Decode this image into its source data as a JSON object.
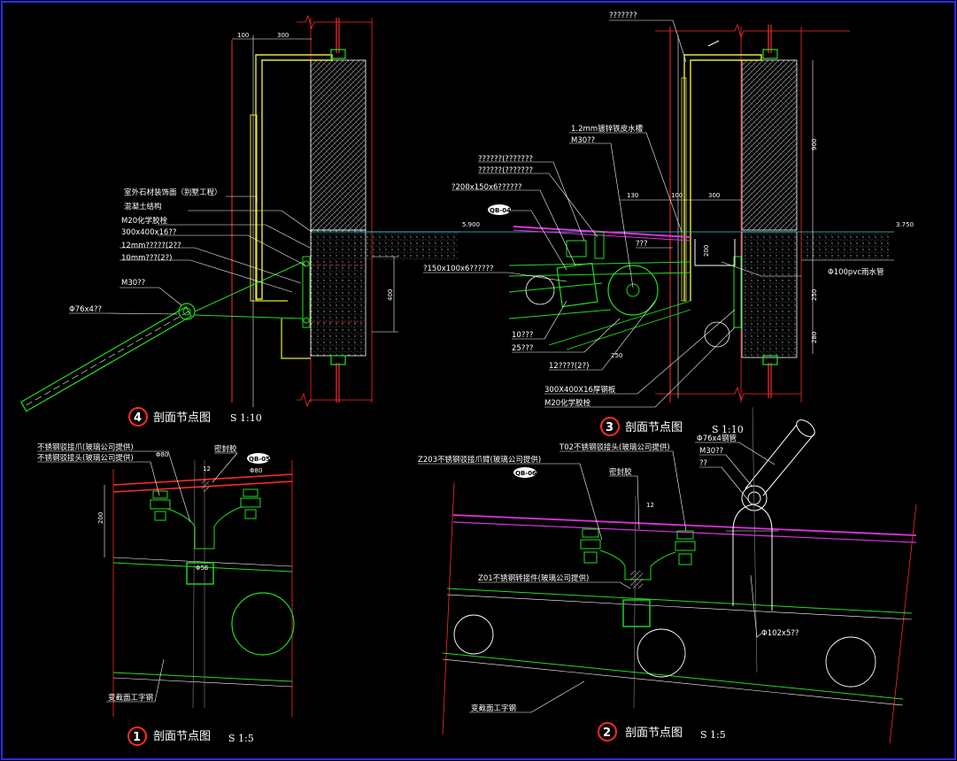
{
  "colors": {
    "background": "#000000",
    "frame": "#2b2bff",
    "line_white": "#ffffff",
    "line_red": "#ff2a2a",
    "line_green": "#22dd22",
    "line_yellow": "#e8e840",
    "line_cyan": "#33cccc",
    "line_magenta": "#dd33dd",
    "hatch": "#cccccc"
  },
  "detail4": {
    "number": "4",
    "title": "剖面节点图",
    "scale": "S 1:10",
    "dim_top": [
      "100",
      "300"
    ],
    "dim_side": "400",
    "labels": [
      "室外石材装饰面（别墅工程）",
      "混凝土结构",
      "M20化学胶栓",
      "300x400x16??",
      "12mm?????(2??",
      "10mm???(2?)",
      "M30??",
      "Φ76x4??"
    ]
  },
  "detail3": {
    "number": "3",
    "title": "剖面节点图",
    "scale": "S 1:10",
    "top_label": "???????",
    "dim_top": [
      "130",
      "100",
      "300"
    ],
    "dim_right": [
      "900",
      "250",
      "280"
    ],
    "dim_mid": "200",
    "dim_bottom": "250",
    "level_left": "5.900",
    "level_right": "3.750",
    "tag": "QB-04",
    "labels": [
      "1.2mm镀锌铁皮水槽",
      "M30??",
      "??????(???????",
      "??????(???????",
      "?200x150x6??????",
      "???",
      "?150x100x6??????",
      "Φ100pvc雨水管",
      "10???",
      "25???",
      "12????(2?)",
      "300X400X16厚钢板",
      "M20化学胶栓"
    ]
  },
  "detail1": {
    "number": "1",
    "title": "剖面节点图",
    "scale": "S 1:5",
    "tag": "QB-05",
    "dim_side": "200",
    "dims": [
      "Φ80",
      "Φ80",
      "12",
      "Φ56"
    ],
    "labels": [
      "不锈钢驳接爪(玻璃公司提供)",
      "不锈钢驳接头(玻璃公司提供)",
      "密封胶",
      "变截面工字钢"
    ]
  },
  "detail2": {
    "number": "2",
    "title": "剖面节点图",
    "scale": "S 1:5",
    "tag": "QB-06",
    "dim": "12",
    "labels": [
      "Z203不锈钢驳接爪臂(玻璃公司提供)",
      "T02不锈钢驳接头(玻璃公司提供)",
      "密封胶",
      "Z01不锈钢转接件(玻璃公司提供)",
      "变截面工字钢",
      "Φ76x4钢管",
      "M30??",
      "??",
      "Φ102x5??"
    ]
  }
}
